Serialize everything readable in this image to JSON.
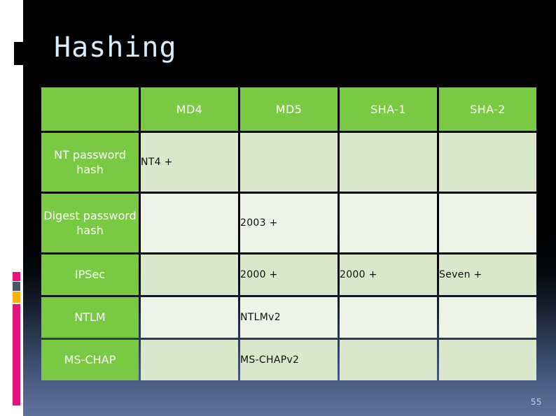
{
  "slide": {
    "title": "Hashing",
    "page_number": "55",
    "accent_green": "#7ac943",
    "accent_pink": "#e6157e",
    "accent_orange": "#fbb112",
    "accent_slate": "#4c5563",
    "title_color": "#d9ecf8",
    "background_top": "#000000",
    "background_bottom": "#5f7199"
  },
  "table": {
    "headers": [
      "",
      "MD4",
      "MD5",
      "SHA-1",
      "SHA-2"
    ],
    "rows": [
      {
        "label": "NT password hash",
        "cells": [
          "NT4 +",
          "",
          "",
          ""
        ]
      },
      {
        "label": "Digest password hash",
        "cells": [
          "",
          "2003 +",
          "",
          ""
        ]
      },
      {
        "label": "IPSec",
        "cells": [
          "",
          "2000 +",
          "2000 +",
          "Seven +"
        ]
      },
      {
        "label": "NTLM",
        "cells": [
          "",
          "NTLMv2",
          "",
          ""
        ]
      },
      {
        "label": "MS-CHAP",
        "cells": [
          "",
          "MS-CHAPv2",
          "",
          ""
        ]
      }
    ]
  }
}
